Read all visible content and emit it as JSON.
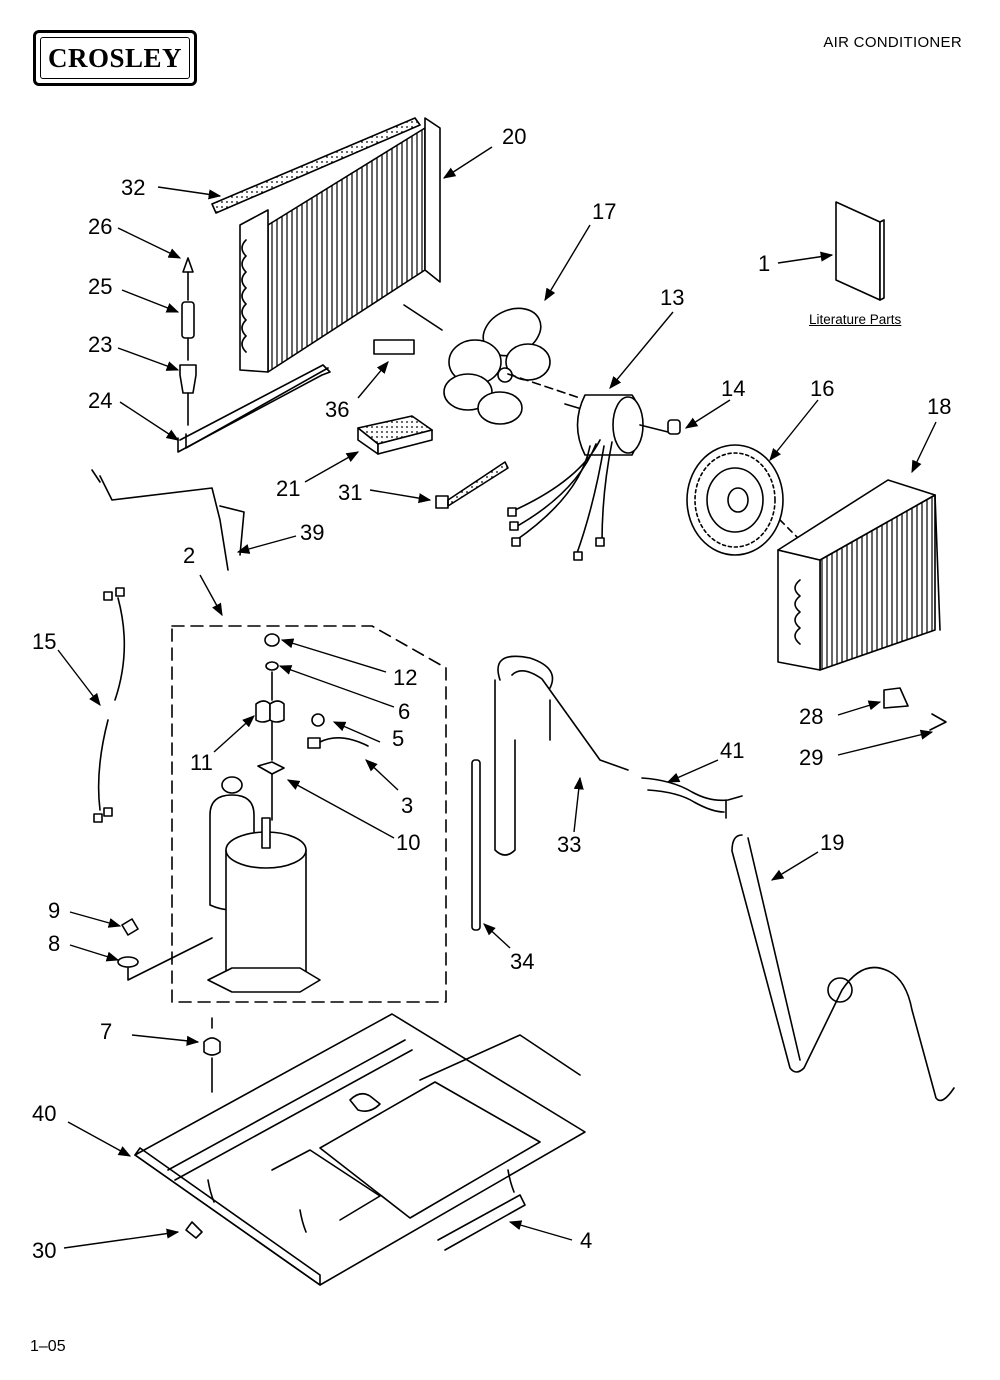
{
  "brand": {
    "name": "CROSLEY"
  },
  "document": {
    "title": "AIR CONDITIONER",
    "page_code": "1–05"
  },
  "literature": {
    "label": "Literature Parts"
  },
  "callouts": [
    {
      "num": "32"
    },
    {
      "num": "20"
    },
    {
      "num": "26"
    },
    {
      "num": "17"
    },
    {
      "num": "1"
    },
    {
      "num": "25"
    },
    {
      "num": "13"
    },
    {
      "num": "23"
    },
    {
      "num": "36"
    },
    {
      "num": "14"
    },
    {
      "num": "16"
    },
    {
      "num": "18"
    },
    {
      "num": "24"
    },
    {
      "num": "21"
    },
    {
      "num": "31"
    },
    {
      "num": "39"
    },
    {
      "num": "2"
    },
    {
      "num": "15"
    },
    {
      "num": "12"
    },
    {
      "num": "6"
    },
    {
      "num": "5"
    },
    {
      "num": "11"
    },
    {
      "num": "3"
    },
    {
      "num": "10"
    },
    {
      "num": "28"
    },
    {
      "num": "41"
    },
    {
      "num": "29"
    },
    {
      "num": "33"
    },
    {
      "num": "19"
    },
    {
      "num": "9"
    },
    {
      "num": "8"
    },
    {
      "num": "34"
    },
    {
      "num": "7"
    },
    {
      "num": "40"
    },
    {
      "num": "30"
    },
    {
      "num": "4"
    }
  ]
}
